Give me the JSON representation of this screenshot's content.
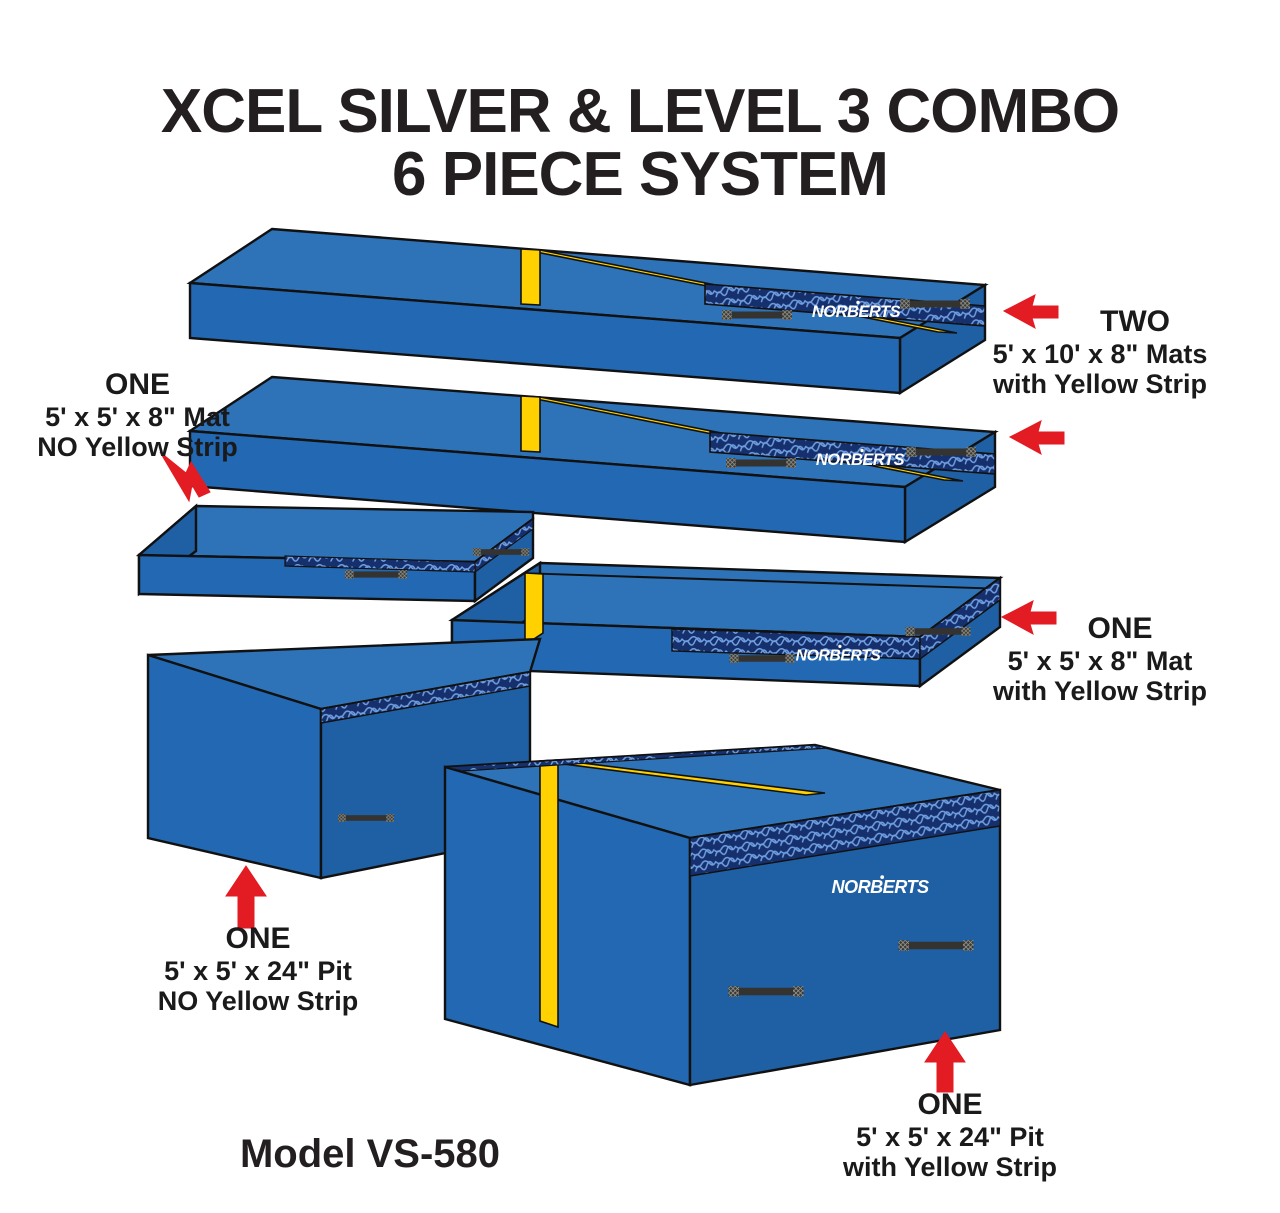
{
  "title": {
    "line1": "XCEL SILVER & LEVEL 3 COMBO",
    "line2": "6 PIECE SYSTEM"
  },
  "model": "Model VS-580",
  "brand": "NORBERTS",
  "colors": {
    "mat_blue": "#2268B3",
    "mat_blue_top": "#2E72B8",
    "mat_blue_side": "#1F5FA3",
    "yellow_strip": "#FFD100",
    "arrow_red": "#E31B23",
    "texture_navy": "#15306B",
    "outline": "#111111",
    "text": "#231f20",
    "background": "#FFFFFF"
  },
  "callouts": [
    {
      "id": "two-5x10-mats",
      "count": "TWO",
      "size": "5' x 10' x 8\" Mats",
      "strip": "with Yellow Strip",
      "arrow": "arrow-left-icon"
    },
    {
      "id": "one-5x5-mat-no-strip",
      "count": "ONE",
      "size": "5' x 5' x 8\" Mat",
      "strip": "NO Yellow Strip",
      "arrow": "arrow-down-right-icon"
    },
    {
      "id": "one-5x5-mat-with-strip",
      "count": "ONE",
      "size": "5' x 5' x 8\" Mat",
      "strip": "with Yellow Strip",
      "arrow": "arrow-left-icon"
    },
    {
      "id": "one-5x5-pit-no-strip",
      "count": "ONE",
      "size": "5' x 5' x 24\" Pit",
      "strip": "NO Yellow Strip",
      "arrow": "arrow-up-icon"
    },
    {
      "id": "one-5x5-pit-with-strip",
      "count": "ONE",
      "size": "5' x 5' x 24\" Pit",
      "strip": "with Yellow Strip",
      "arrow": "arrow-up-icon"
    }
  ],
  "pieces": [
    {
      "id": "mat-5x10-a",
      "type": "mat",
      "size": "5' x 10' x 8\"",
      "yellow_strip": true,
      "brand_visible": true
    },
    {
      "id": "mat-5x10-b",
      "type": "mat",
      "size": "5' x 10' x 8\"",
      "yellow_strip": true,
      "brand_visible": true
    },
    {
      "id": "mat-5x5-no-strip",
      "type": "mat",
      "size": "5' x 5' x 8\"",
      "yellow_strip": false,
      "brand_visible": false
    },
    {
      "id": "mat-5x5-strip",
      "type": "mat",
      "size": "5' x 5' x 8\"",
      "yellow_strip": true,
      "brand_visible": true
    },
    {
      "id": "pit-5x5-no-strip",
      "type": "pit",
      "size": "5' x 5' x 24\"",
      "yellow_strip": false,
      "brand_visible": false
    },
    {
      "id": "pit-5x5-strip",
      "type": "pit",
      "size": "5' x 5' x 24\"",
      "yellow_strip": true,
      "brand_visible": true
    }
  ]
}
